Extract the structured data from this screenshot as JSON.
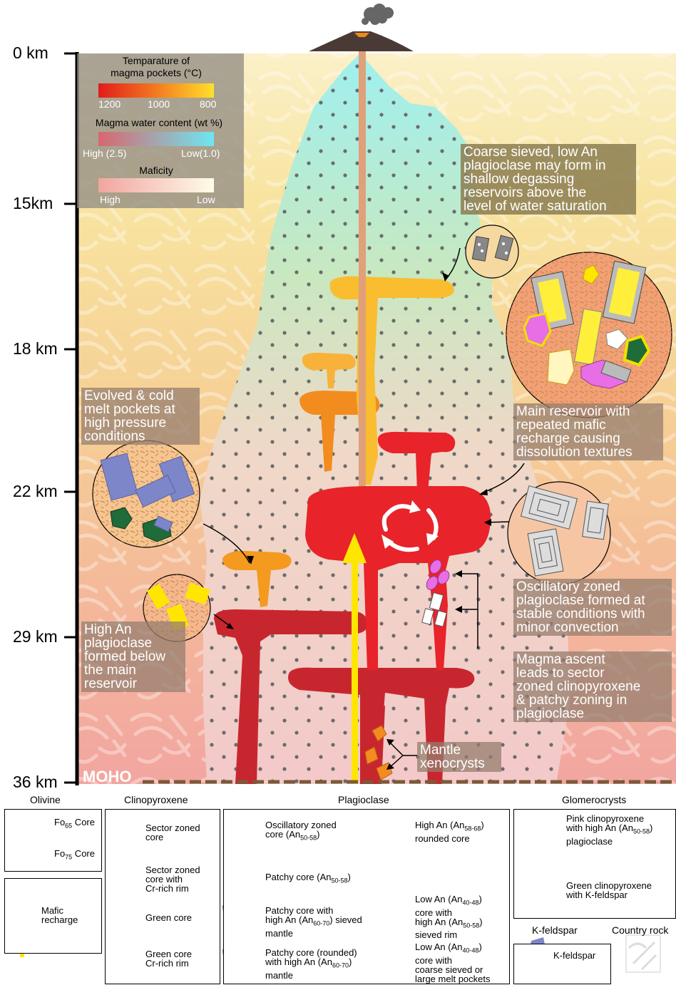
{
  "depth_labels": [
    "0 km",
    "15km",
    "18 km",
    "22 km",
    "29 km",
    "36 km"
  ],
  "moho_label": "MOHO",
  "scales": {
    "temperature": {
      "title": "Temparature of\nmagma pockets (°C)",
      "ticks": [
        "1200",
        "1000",
        "800"
      ]
    },
    "water": {
      "title": "Magma water content (wt %)",
      "low_label": "Low(1.0)",
      "high_label": "High (2.5)"
    },
    "maficity": {
      "title": "Maficity",
      "high_label": "High",
      "low_label": "Low"
    }
  },
  "callouts": {
    "shallow": "Coarse sieved, low An\nplagioclase may form in\nshallow degassing\nreservoirs above the\nlevel of water saturation",
    "main_reservoir": "Main reservoir with\nrepeated mafic\nrecharge causing\ndissolution textures",
    "evolved": "Evolved & cold\nmelt pockets at\nhigh pressure\nconditions",
    "oscillatory": "Oscillatory zoned\nplagioclase formed at\nstable conditions with\nminor convection",
    "high_an": "High An\nplagioclase\nformed below\nthe main\nreservoir",
    "ascent": "Magma ascent\nleads to sector\nzoned clinopyroxene\n& patchy zoning in\nplagioclase",
    "mantle": "Mantle\nxenocrysts"
  },
  "legend": {
    "headers": {
      "olivine": "Olivine",
      "cpx": "Clinopyroxene",
      "plag": "Plagioclase",
      "glomero": "Glomerocrysts",
      "kfs": "K-feldspar",
      "country": "Country rock"
    },
    "olivine": [
      {
        "pre": "Fo",
        "sub": "65",
        "post": " Core"
      },
      {
        "pre": "Fo",
        "sub": "75",
        "post": " Core"
      }
    ],
    "mafic_recharge": "Mafic\nrecharge",
    "cpx": [
      "Sector zoned\ncore",
      "Sector zoned\ncore with\nCr-rich rim",
      "Green core",
      "Green core\nCr-rich rim"
    ],
    "plag_left": [
      {
        "l1": "Oscillatory zoned",
        "l2pre": "core (An",
        "sub": "50-58",
        "l2post": ")"
      },
      {
        "l1pre": "Patchy core (An",
        "sub": "50-58",
        "l1post": ")"
      },
      {
        "l1": "Patchy core with",
        "l2pre": "high An (An",
        "sub": "60-70",
        "l2post": ") sieved",
        "l3": "mantle"
      },
      {
        "l1": "Patchy core (rounded)",
        "l2pre": "with high An (An",
        "sub": "60-70",
        "l2post": ")",
        "l3": "mantle"
      }
    ],
    "plag_right": [
      {
        "l1pre": "High An (An",
        "sub": "58-68",
        "l1post": ")",
        "l2": "rounded core"
      },
      {
        "l1pre": "Low An (An",
        "sub": "40-48",
        "l1post": ")",
        "l2": "core with",
        "l3pre": "high An (An",
        "sub2": "50-58",
        "l3post": ")",
        "l4": "sieved rim"
      },
      {
        "l1pre": "Low An (An",
        "sub": "40-48",
        "l1post": ")",
        "l2": "core with",
        "l3": "coarse sieved or",
        "l4": "large melt pockets"
      }
    ],
    "glomero": [
      {
        "l1": "Pink clinopyroxene",
        "l2pre": "with high An (An",
        "sub": "50-58",
        "l2post": ")",
        "l3": "plagioclase"
      },
      {
        "l1": "Green clinopyroxene",
        "l2": "with K-feldspar"
      }
    ],
    "kfs_label": "K-feldspar"
  },
  "colors": {
    "reservoir_red": "#e8232a",
    "deep_red": "#c8262e",
    "orange": "#f28c1e",
    "light_orange": "#f7a51f",
    "yellow": "#ffe600",
    "plume_top": "#9ee8e8",
    "background": "#f6d98c"
  }
}
